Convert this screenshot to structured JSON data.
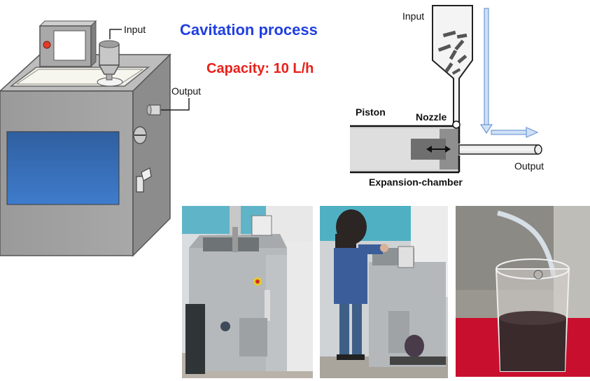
{
  "machine": {
    "input_label": "Input",
    "output_label": "Output"
  },
  "titles": {
    "process": "Cavitation process",
    "capacity": "Capacity: 10 L/h"
  },
  "schematic": {
    "input_label": "Input",
    "piston_label": "Piston",
    "nozzle_label": "Nozzle",
    "output_label": "Output",
    "chamber_label": "Expansion-chamber"
  },
  "colors": {
    "title_blue": "#1f3fe0",
    "title_red": "#e8201a",
    "machine_body": "#9a9a9a",
    "screen_blue": "#2f67b0",
    "flow_arrow": "#8fb8ec"
  }
}
